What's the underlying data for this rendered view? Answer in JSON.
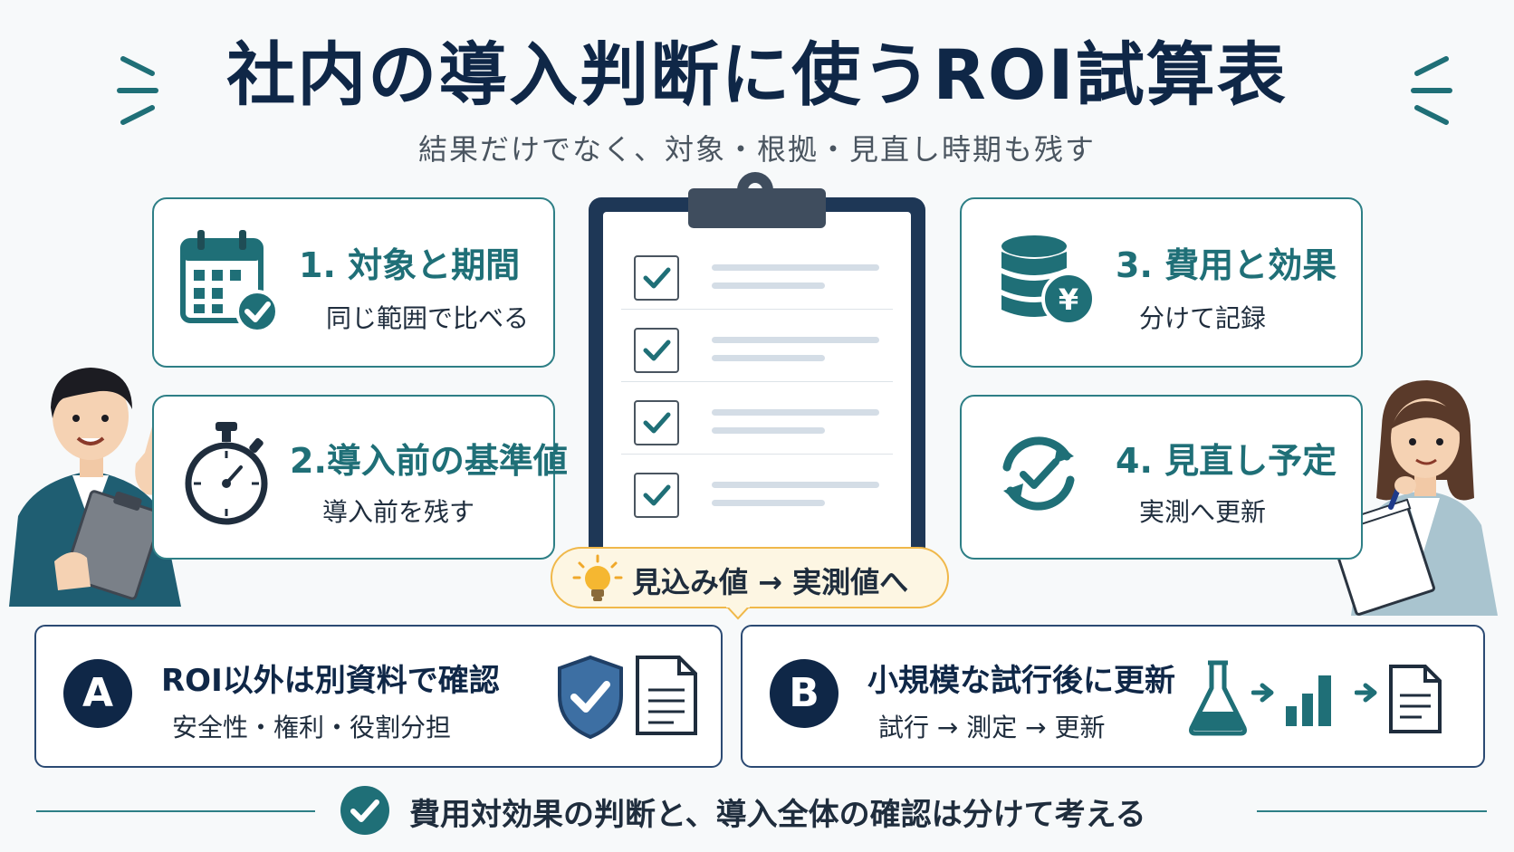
{
  "header": {
    "title": "社内の導入判断に使うROI試算表",
    "subtitle": "結果だけでなく、対象・根拠・見直し時期も残す"
  },
  "cards": [
    {
      "title": "1. 対象と期間",
      "subtitle": "同じ範囲で比べる",
      "icon": "calendar-check-icon"
    },
    {
      "title": "2.導入前の基準値",
      "subtitle": "導入前を残す",
      "icon": "stopwatch-icon"
    },
    {
      "title": "3. 費用と効果",
      "subtitle": "分けて記録",
      "icon": "coins-yen-icon"
    },
    {
      "title": "4. 見直し予定",
      "subtitle": "実測へ更新",
      "icon": "refresh-check-icon"
    }
  ],
  "tip": {
    "label": "見込み値 → 実測値へ",
    "icon": "lightbulb-icon"
  },
  "bottom": [
    {
      "badge": "A",
      "title": "ROI以外は別資料で確認",
      "subtitle": "安全性・権利・役割分担"
    },
    {
      "badge": "B",
      "title": "小規模な試行後に更新",
      "subtitle": "試行 → 測定 → 更新"
    }
  ],
  "footer": {
    "label": "費用対効果の判断と、導入全体の確認は分けて考える"
  },
  "colors": {
    "navy": "#0f2747",
    "teal": "#1f6f77",
    "amber": "#f0b84a",
    "background": "#f7f9fa"
  }
}
